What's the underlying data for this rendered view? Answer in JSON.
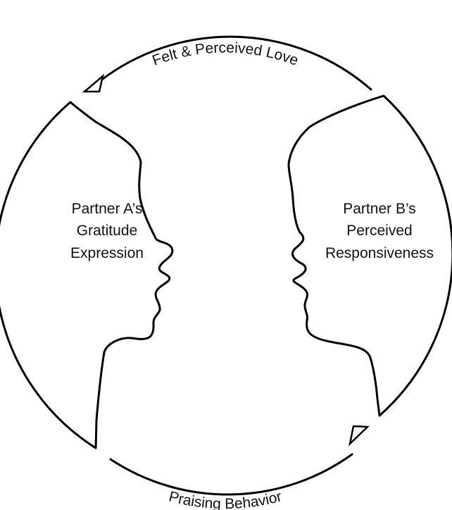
{
  "cycle": {
    "top_arrow_label": "Felt & Perceived Love",
    "bottom_arrow_label": "Praising Behavior"
  },
  "partner_a": {
    "lines": [
      "Partner A’s",
      "Gratitude",
      "Expression"
    ]
  },
  "partner_b": {
    "lines": [
      "Partner B’s",
      "Perceived",
      "Responsiveness"
    ]
  },
  "colors": {
    "stroke": "#000000",
    "background": "#ffffff"
  },
  "icons": {
    "partner_a_profile": "face-profile-right",
    "partner_b_profile": "face-profile-left",
    "arrowhead": "open-triangle-arrow"
  }
}
